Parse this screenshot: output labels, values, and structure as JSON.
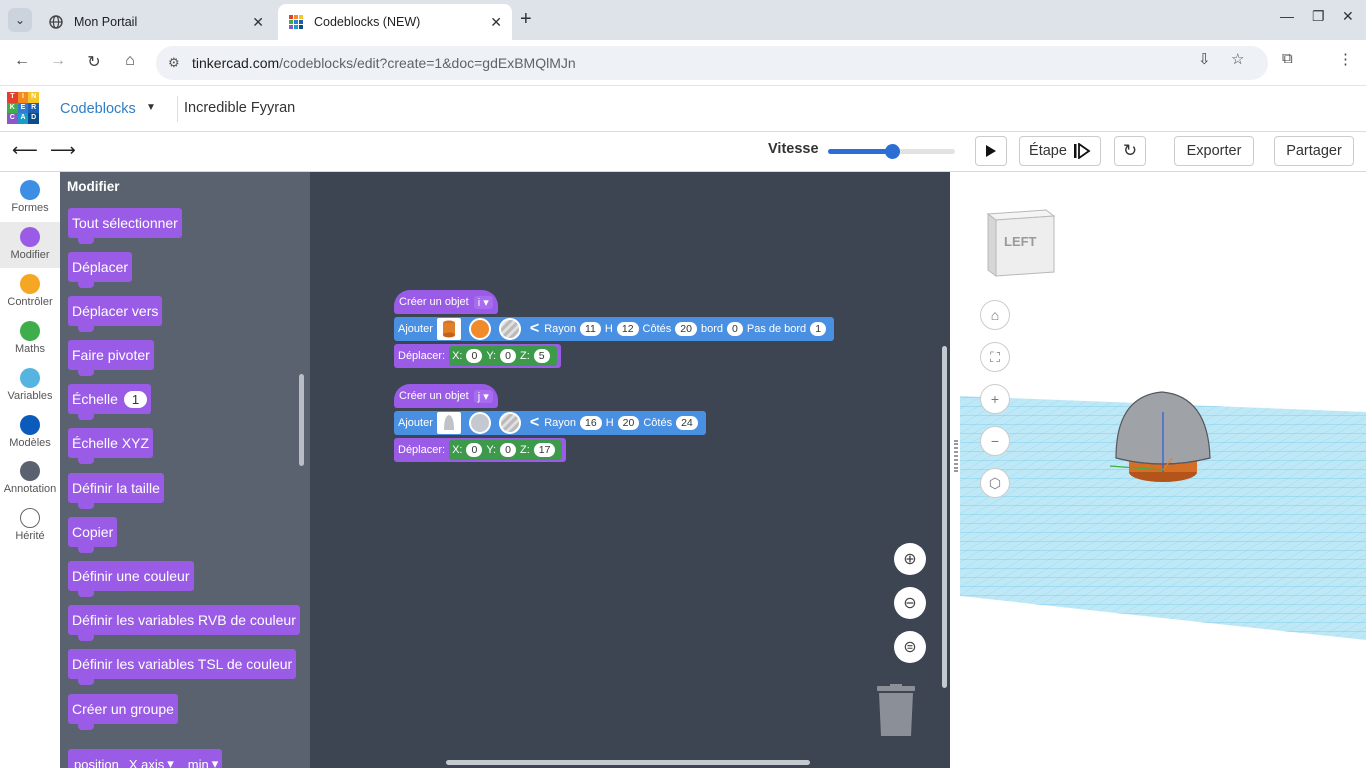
{
  "browser": {
    "tabs": [
      {
        "title": "Mon Portail"
      },
      {
        "title": "Codeblocks (NEW)"
      }
    ],
    "url_domain": "tinkercad.com",
    "url_path": "/codeblocks/edit?create=1&doc=gdExBMQlMJn"
  },
  "app": {
    "logo_letters": [
      "TIN",
      "KER",
      "CAD"
    ],
    "mode": "Codeblocks",
    "doc_title": "Incredible Fyyran"
  },
  "toolbar": {
    "speed_label": "Vitesse",
    "speed_fraction": 0.5,
    "step_label": "Étape",
    "export_label": "Exporter",
    "share_label": "Partager"
  },
  "categories": [
    {
      "label": "Formes",
      "color": "#3d8fe6"
    },
    {
      "label": "Modifier",
      "color": "#9a5ce6"
    },
    {
      "label": "Contrôler",
      "color": "#f5a623"
    },
    {
      "label": "Maths",
      "color": "#3dae49"
    },
    {
      "label": "Variables",
      "color": "#56b4e0"
    },
    {
      "label": "Modèles",
      "color": "#0b5bbd"
    },
    {
      "label": "Annotation",
      "color": "#5a6270"
    },
    {
      "label": "Hérité",
      "color": "#ffffff"
    }
  ],
  "flyout": {
    "title": "Modifier",
    "blocks": [
      {
        "label": "Tout sélectionner"
      },
      {
        "label": "Déplacer"
      },
      {
        "label": "Déplacer vers"
      },
      {
        "label": "Faire pivoter"
      },
      {
        "label": "Échelle",
        "value": "1"
      },
      {
        "label": "Échelle XYZ"
      },
      {
        "label": "Définir la taille"
      },
      {
        "label": "Copier"
      },
      {
        "label": "Définir une couleur"
      },
      {
        "label": "Définir les variables RVB de couleur"
      },
      {
        "label": "Définir les variables TSL de couleur"
      },
      {
        "label": "Créer un groupe"
      }
    ],
    "partial_block": {
      "label": "position",
      "axis": "X axis",
      "mode": "min"
    }
  },
  "workspace": {
    "groups": [
      {
        "hat_label": "Créer un objet",
        "var": "i",
        "add_label": "Ajouter",
        "shape_color": "#f08a2a",
        "params": [
          {
            "name": "Rayon",
            "value": "11"
          },
          {
            "name": "H",
            "value": "12"
          },
          {
            "name": "Côtés",
            "value": "20"
          },
          {
            "name": "bord",
            "value": "0"
          },
          {
            "name": "Pas de bord",
            "value": "1"
          }
        ],
        "move_label": "Déplacer:",
        "x": "0",
        "y": "0",
        "z": "5"
      },
      {
        "hat_label": "Créer un objet",
        "var": "j",
        "add_label": "Ajouter",
        "shape_color": "#c4c8d0",
        "params": [
          {
            "name": "Rayon",
            "value": "16"
          },
          {
            "name": "H",
            "value": "20"
          },
          {
            "name": "Côtés",
            "value": "24"
          }
        ],
        "move_label": "Déplacer:",
        "x": "0",
        "y": "0",
        "z": "17"
      }
    ],
    "axis_labels": {
      "x": "X:",
      "y": "Y:",
      "z": "Z:"
    }
  },
  "viewport": {
    "viewcube_label": "LEFT"
  }
}
